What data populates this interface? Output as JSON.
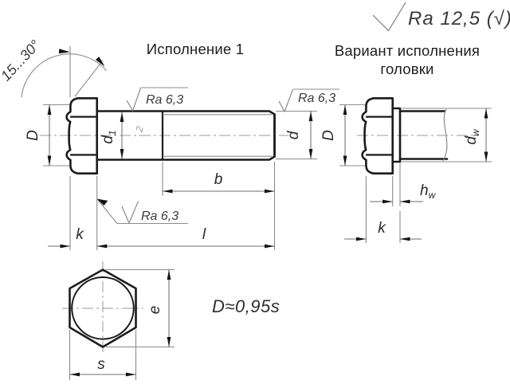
{
  "meta": {
    "background": "#ffffff",
    "stroke_bold": "#1b1b1b",
    "stroke_thin": "#8b8b8b",
    "text_color": "#262626"
  },
  "general_note": {
    "roughness": "Ra 12,5 (√)"
  },
  "main_view": {
    "title": "Исполнение 1",
    "angle_note": "15...30°",
    "roughness_shank": "Ra 6,3",
    "roughness_thread": "Ra 6,3",
    "roughness_bearing": "Ra 6,3",
    "chamfer_mark": "2",
    "dim_head_diameter": "D",
    "dim_shank_d_base": "d",
    "dim_shank_d_sub": "1",
    "dim_thread_d": "d",
    "dim_thread_length": "b",
    "dim_bolt_length": "l",
    "dim_head_height": "k"
  },
  "variant_view": {
    "title_line1": "Вариант исполнения",
    "title_line2": "головки",
    "dim_head_diameter": "D",
    "dim_washer_d_base": "d",
    "dim_washer_d_sub": "w",
    "dim_washer_h_base": "h",
    "dim_washer_h_sub": "w",
    "dim_head_height": "k"
  },
  "top_view": {
    "dim_across_corners": "e",
    "dim_across_flats": "s",
    "formula": "D≈0,95s"
  }
}
